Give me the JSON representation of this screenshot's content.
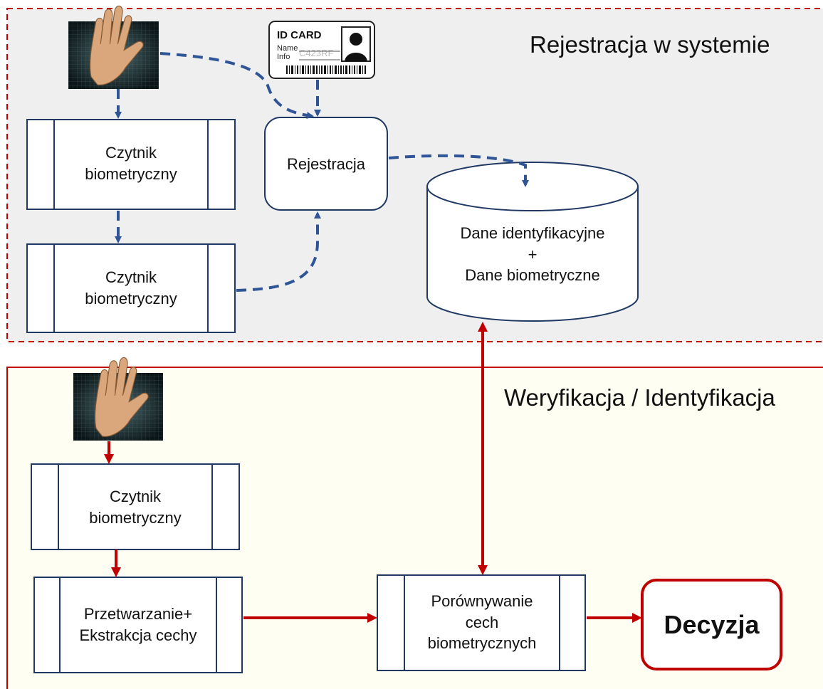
{
  "sections": {
    "registration": {
      "title": "Rejestracja w systemie"
    },
    "verification": {
      "title": "Weryfikacja / Identyfikacja"
    }
  },
  "nodes": {
    "reader_1": [
      "Czytnik",
      "biometryczny"
    ],
    "reader_2": [
      "Czytnik",
      "biometryczny"
    ],
    "registration": "Rejestracja",
    "database": [
      "Dane identyfikacyjne",
      "+",
      "Dane biometryczne"
    ],
    "reader_3": [
      "Czytnik",
      "biometryczny"
    ],
    "processing": [
      "Przetwarzanie+",
      "Ekstrakcja cechy"
    ],
    "compare": [
      "Porównywanie",
      "cech",
      "biometrycznych"
    ],
    "decision": "Decyzja"
  },
  "id_card": {
    "title": "ID CARD",
    "field_1": "Name",
    "field_2": "Info",
    "watermark": "C423RF"
  },
  "colors": {
    "registration_bg": "#efeff0",
    "verification_bg": "#fffef2",
    "red": "#c00000",
    "blue_dashed": "#2f5597",
    "box_border": "#1f3864"
  }
}
